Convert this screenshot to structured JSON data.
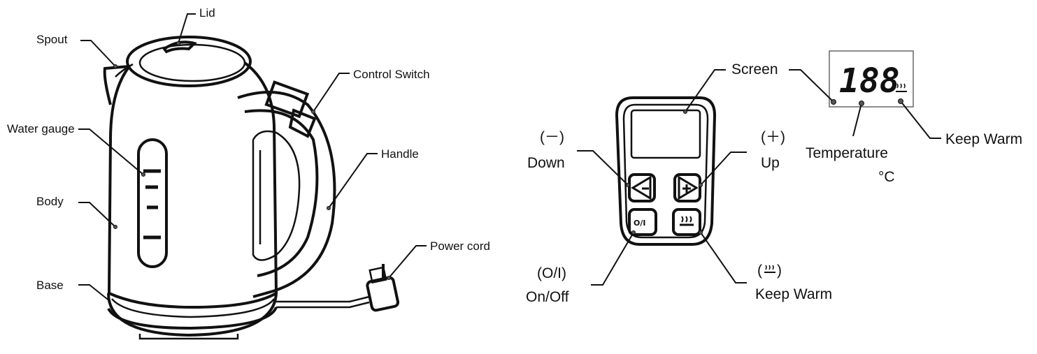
{
  "kettle_labels": {
    "lid": "Lid",
    "spout": "Spout",
    "control_switch": "Control Switch",
    "water_gauge": "Water gauge",
    "handle": "Handle",
    "body": "Body",
    "power_cord": "Power cord",
    "base": "Base"
  },
  "panel_labels": {
    "screen": "Screen",
    "down_symbol": "(－)",
    "down": "Down",
    "up_symbol": "(＋)",
    "up": "Up",
    "onoff_symbol": "(O/I)",
    "onoff": "On/Off",
    "keepwarm_symbol": "(",
    "keepwarm_symbol_close": ")",
    "keepwarm": "Keep Warm"
  },
  "panel_buttons": {
    "onoff_text": "O/I"
  },
  "display_labels": {
    "digits": "188",
    "temperature": "Temperature",
    "unit": "°C",
    "keep_warm": "Keep Warm"
  },
  "icons": {
    "minus": "minus-icon",
    "plus": "plus-icon",
    "steam": "steam-icon"
  }
}
